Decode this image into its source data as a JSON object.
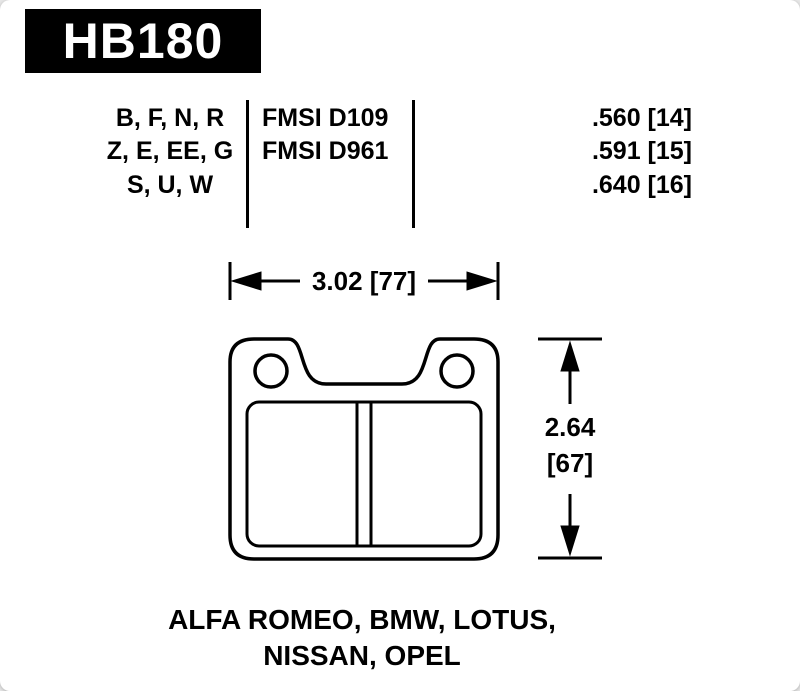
{
  "part_number": "HB180",
  "spec_table": {
    "rows": [
      {
        "codes": "B, F, N, R",
        "fmsi": "FMSI D109",
        "thickness": ".560 [14]"
      },
      {
        "codes": "Z, E, EE, G",
        "fmsi": "FMSI D961",
        "thickness": ".591 [15]"
      },
      {
        "codes": "S, U, W",
        "fmsi": "",
        "thickness": ".640 [16]"
      }
    ]
  },
  "dimensions": {
    "width": "3.02 [77]",
    "height_value": "2.64",
    "height_mm": "[67]"
  },
  "applications": {
    "line1": "ALFA ROMEO, BMW, LOTUS,",
    "line2": "NISSAN, OPEL"
  },
  "colors": {
    "ink": "#000000",
    "background": "#ffffff",
    "header_bg": "#000000",
    "header_text": "#ffffff"
  }
}
